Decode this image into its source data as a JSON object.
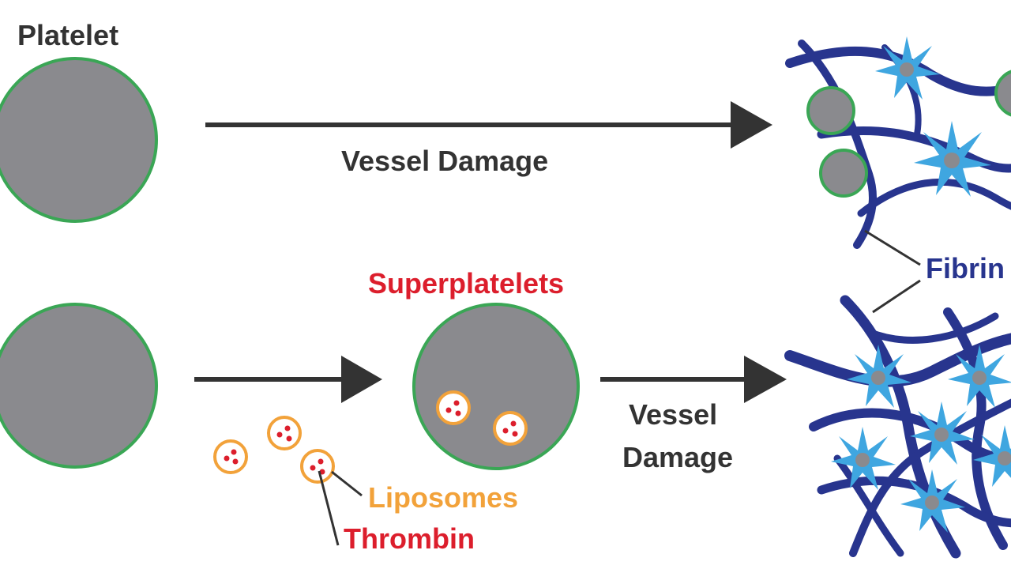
{
  "labels": {
    "platelet": "Platelet",
    "vessel_damage_top": "Vessel Damage",
    "superplatelets": "Superplatelets",
    "vessel_damage_bottom_1": "Vessel",
    "vessel_damage_bottom_2": "Damage",
    "liposomes": "Liposomes",
    "thrombin": "Thrombin",
    "fibrin": "Fibrin"
  },
  "colors": {
    "platelet_fill": "#8a8a8e",
    "platelet_outline": "#3aa655",
    "liposome_outline": "#f2a23a",
    "thrombin_dot": "#dc1e2c",
    "fibrin_strand": "#28358e",
    "activated_platelet": "#3fa6e0",
    "arrow": "#333333",
    "superplatelets_text": "#dc1e2c",
    "liposomes_text": "#f2a23a",
    "fibrin_text": "#28358e"
  }
}
